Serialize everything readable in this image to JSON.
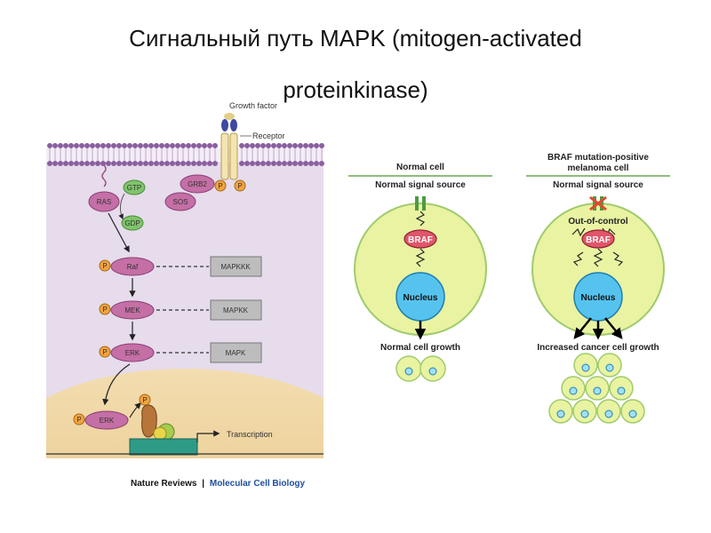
{
  "slide": {
    "title_line1": "Сигнальный путь MAPK (mitogen-activated",
    "title_line2": "proteinkinase)"
  },
  "left_panel": {
    "growth_factor": "Growth factor",
    "receptor": "Receptor",
    "gtp": "GTP",
    "gdp": "GDP",
    "ras": "RAS",
    "grb2": "GRB2",
    "sos": "SOS",
    "p": "P",
    "raf": "Raf",
    "mek": "MEK",
    "erk": "ERK",
    "mapkkk": "MAPKKK",
    "mapkk": "MAPKK",
    "mapk": "MAPK",
    "transcription": "Transcription",
    "credit_journal": "Nature Reviews",
    "credit_sep": "|",
    "credit_section": "Molecular Cell Biology"
  },
  "normal_cell": {
    "header": "Normal cell",
    "signal_source": "Normal signal source",
    "braf": "BRAF",
    "nucleus": "Nucleus",
    "growth": "Normal cell growth"
  },
  "mutant_cell": {
    "header_line1": "BRAF mutation-positive",
    "header_line2": "melanoma cell",
    "signal_source": "Normal signal source",
    "out_of_control": "Out-of-control",
    "braf": "BRAF",
    "nucleus": "Nucleus",
    "growth": "Increased cancer cell growth"
  },
  "colors": {
    "cytoplasm": "#e6dcec",
    "nucleus_region": "#efd8a6",
    "protein": "#c46fa5",
    "phospho": "#f3a33d",
    "gray_box": "#bdbdbd",
    "cell_fill": "#e9f3a2",
    "cell_border": "#9fcb6c",
    "nucleus_fill": "#56c3ef",
    "braf_fill": "#e0566a",
    "mutation_mark": "#e04a2e"
  }
}
